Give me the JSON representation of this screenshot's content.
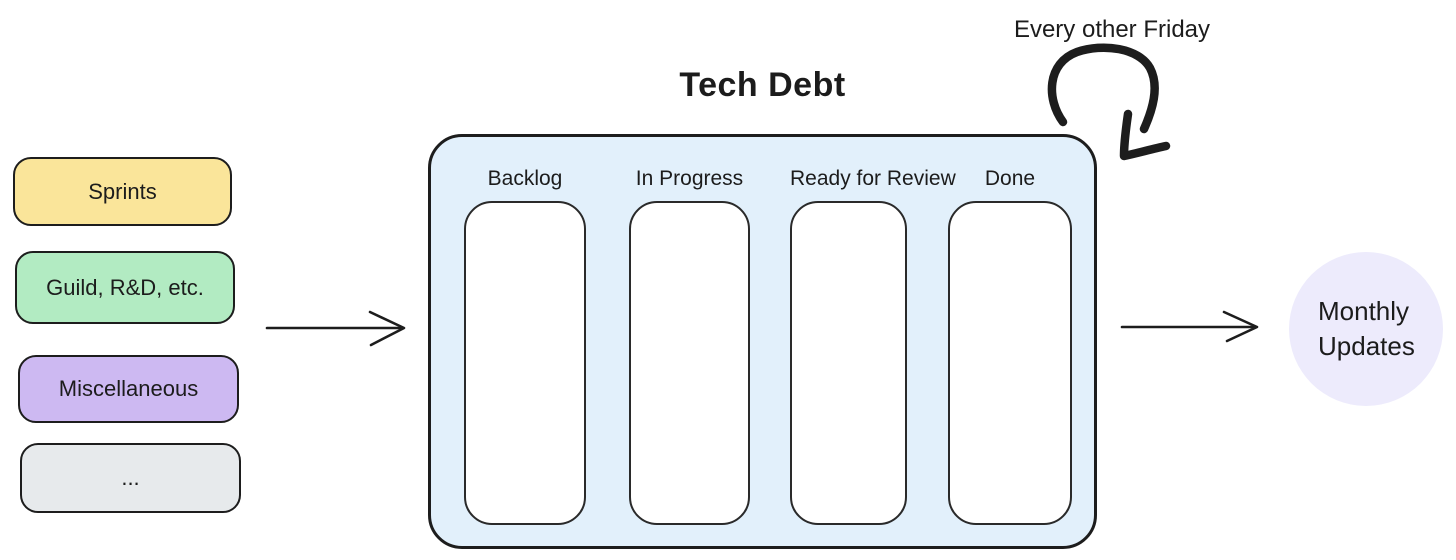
{
  "diagram": {
    "title": "Tech Debt",
    "ink_color": "#1d1d1d",
    "inputs": [
      {
        "label": "Sprints",
        "fill": "#FAE59A"
      },
      {
        "label": "Guild, R&D, etc.",
        "fill": "#B2EBC2"
      },
      {
        "label": "Miscellaneous",
        "fill": "#CDB9F2"
      },
      {
        "label": "...",
        "fill": "#E7EAEC"
      }
    ],
    "board": {
      "fill": "#E2F0FB",
      "columns": [
        "Backlog",
        "In Progress",
        "Ready for Review",
        "Done"
      ]
    },
    "cadence_note": "Every other Friday",
    "output": {
      "fill": "#EDEBFC",
      "lines": [
        "Monthly",
        "Updates"
      ]
    }
  }
}
